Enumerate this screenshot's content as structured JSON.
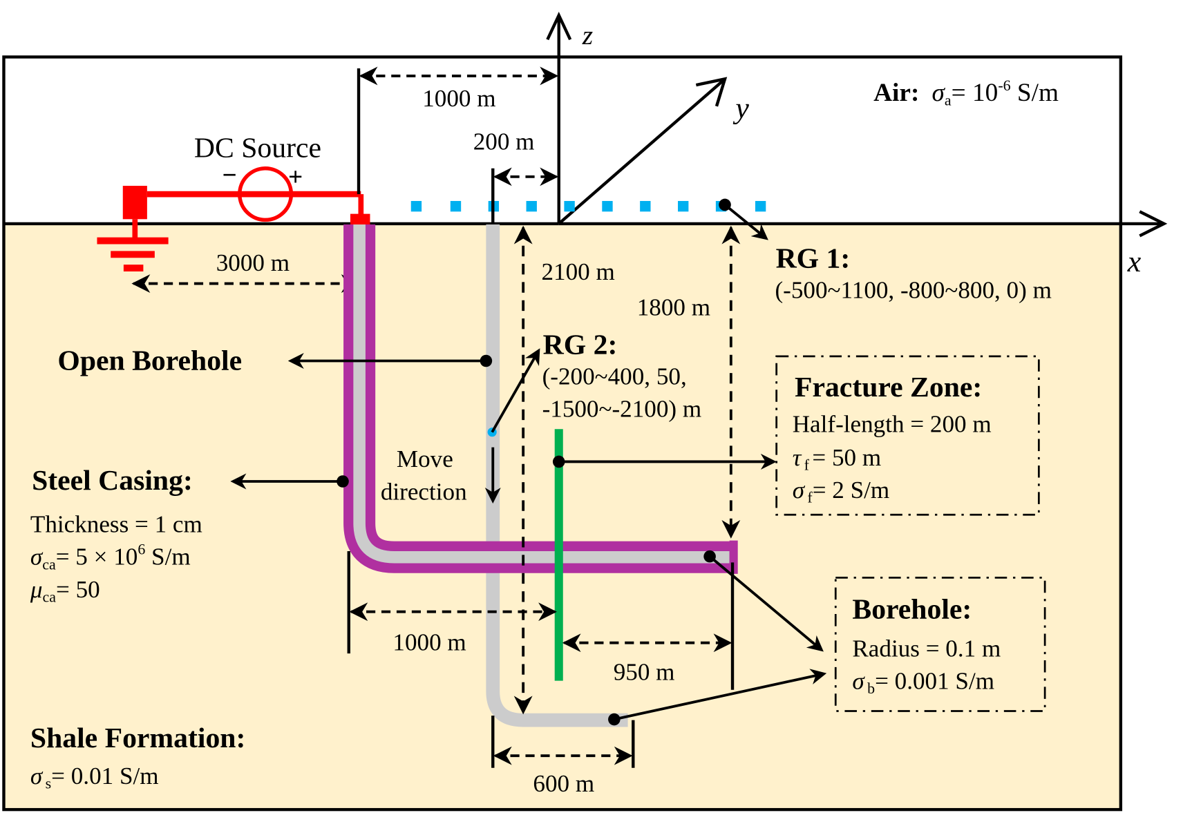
{
  "colors": {
    "ground": "#fff1cc",
    "air": "#ffffff",
    "casing": "#b030a0",
    "borehole": "#cccccc",
    "fracture": "#00b050",
    "source": "#ff0000",
    "receiver": "#00b0f0"
  },
  "axes": {
    "x": "x",
    "y": "y",
    "z": "z"
  },
  "air": {
    "label": "Air:",
    "sigma": "σ",
    "sub": "a",
    "eq": "= 10",
    "exp": "-6",
    "unit": " S/m"
  },
  "source": {
    "label": "DC Source",
    "minus": "−",
    "plus": "+"
  },
  "dims": {
    "d1000_top": "1000 m",
    "d200": "200 m",
    "d3000": "3000 m",
    "d2100": "2100 m",
    "d1800": "1800 m",
    "d1000_bottom": "1000 m",
    "d950": "950 m",
    "d600": "600 m"
  },
  "rg1": {
    "title": "RG 1:",
    "range": "(-500~1100, -800~800, 0) m"
  },
  "rg2": {
    "title": "RG 2:",
    "range_line1": "(-200~400, 50,",
    "range_line2": "-1500~-2100) m"
  },
  "open_borehole": {
    "label": "Open Borehole"
  },
  "move": {
    "line1": "Move",
    "line2": "direction"
  },
  "steel_casing": {
    "title": "Steel Casing:",
    "thickness": "Thickness = 1 cm",
    "sigma": "σ",
    "sigma_sub": "ca",
    "sigma_eq": "= 5 × 10",
    "sigma_exp": "6",
    "sigma_unit": " S/m",
    "mu": "μ",
    "mu_sub": "ca",
    "mu_eq": "= 50"
  },
  "fracture_zone": {
    "title": "Fracture Zone:",
    "half_length": "Half-length = 200 m",
    "tau": "τ",
    "tau_sub": "f",
    "tau_eq": "= 50 m",
    "sigma": "σ",
    "sigma_sub": "f",
    "sigma_eq": "= 2 S/m"
  },
  "borehole": {
    "title": "Borehole:",
    "radius": "Radius = 0.1 m",
    "sigma": "σ",
    "sigma_sub": "b",
    "sigma_eq": "= 0.001 S/m"
  },
  "shale": {
    "title": "Shale Formation:",
    "sigma": "σ",
    "sigma_sub": "s",
    "sigma_eq": "= 0.01 S/m"
  }
}
